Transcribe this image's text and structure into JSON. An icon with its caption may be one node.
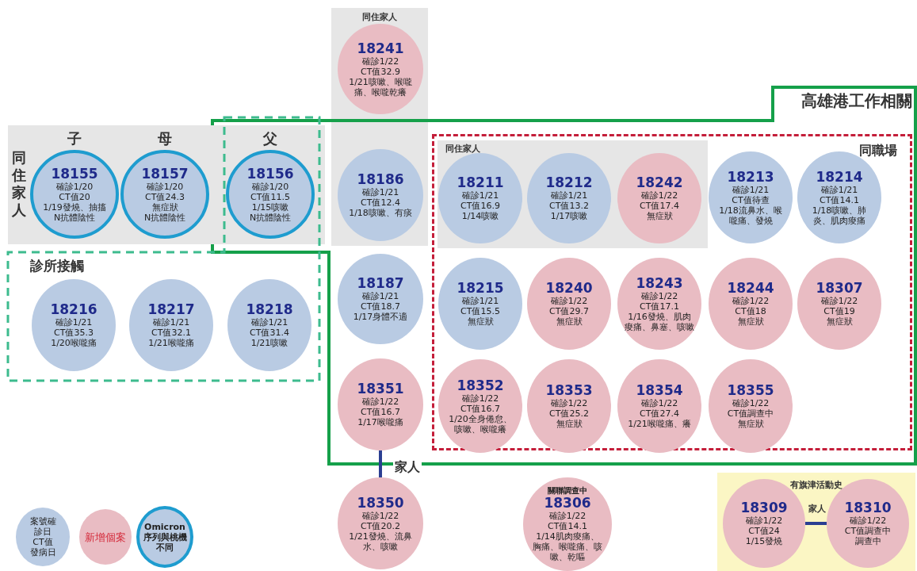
{
  "diagram": {
    "nodes": [
      {
        "text": [
          "同住家人"
        ]
      },
      {
        "text": [
          "18241",
          "確診1/22",
          "CT值32.9",
          "1/21咳嗽、喉嚨痛、喉嚨乾癢"
        ],
        "in": 0
      },
      {
        "text": [
          "高雄港工作相關"
        ]
      },
      {
        "text": [
          "同住家人"
        ]
      },
      {
        "text": [
          "18155",
          "確診1/20",
          "CT值20",
          "1/19發燒、抽搐",
          "N抗體陰性"
        ],
        "in": 3,
        "beside": [
          "子"
        ]
      },
      {
        "text": [
          "18157",
          "確診1/20",
          "CT值24.3",
          "無症狀",
          "N抗體陰性"
        ],
        "in": 3,
        "beside": [
          "母"
        ]
      },
      {
        "text": [
          "18156",
          "確診1/20",
          "CT值11.5",
          "1/15咳嗽",
          "N抗體陰性"
        ],
        "beside": [
          "父"
        ]
      },
      {
        "text": [
          "18186",
          "確診1/21",
          "CT值12.4",
          "1/18咳嗽、有痰"
        ]
      },
      {
        "text": [
          "同職場"
        ],
        "in": 2
      },
      {
        "text": [
          "同住家人"
        ],
        "in": 8
      },
      {
        "text": [
          "18211",
          "確診1/21",
          "CT值16.9",
          "1/14咳嗽"
        ],
        "in": 9
      },
      {
        "text": [
          "18212",
          "確診1/21",
          "CT值13.2",
          "1/17咳嗽"
        ],
        "in": 9
      },
      {
        "text": [
          "18242",
          "確診1/22",
          "CT值17.4",
          "無症狀"
        ],
        "in": 9
      },
      {
        "text": [
          "18213",
          "確診1/21",
          "CT值待查",
          "1/18流鼻水、喉嚨痛、發燒"
        ],
        "in": 8
      },
      {
        "text": [
          "18214",
          "確診1/21",
          "CT值14.1",
          "1/18咳嗽、肺炎、肌肉痠痛"
        ],
        "in": 8
      },
      {
        "text": [
          "診所接觸"
        ]
      },
      {
        "text": [
          "18216",
          "確診1/21",
          "CT值35.3",
          "1/20喉嚨痛"
        ],
        "in": 15
      },
      {
        "text": [
          "18217",
          "確診1/21",
          "CT值32.1",
          "1/21喉嚨痛"
        ],
        "in": 15
      },
      {
        "text": [
          "18218",
          "確診1/21",
          "CT值31.4",
          "1/21咳嗽"
        ],
        "in": 15
      },
      {
        "text": [
          "18187",
          "確診1/21",
          "CT值18.7",
          "1/17身體不適"
        ],
        "in": 2
      },
      {
        "text": [
          "18215",
          "確診1/21",
          "CT值15.5",
          "無症狀"
        ],
        "in": 8
      },
      {
        "text": [
          "18240",
          "確診1/22",
          "CT值29.7",
          "無症狀"
        ],
        "in": 8
      },
      {
        "text": [
          "18243",
          "確診1/22",
          "CT值17.1",
          "1/16發燒、肌肉痠痛、鼻塞、咳嗽"
        ],
        "in": 8
      },
      {
        "text": [
          "18244",
          "確診1/22",
          "CT值18",
          "無症狀"
        ],
        "in": 8
      },
      {
        "text": [
          "18307",
          "確診1/22",
          "CT值19",
          "無症狀"
        ],
        "in": 8
      },
      {
        "text": [
          "18351",
          "確診1/22",
          "CT值16.7",
          "1/17喉嚨痛"
        ],
        "in": 2
      },
      {
        "text": [
          "18352",
          "確診1/22",
          "CT值16.7",
          "1/20全身倦怠、咳嗽、喉嚨癢"
        ],
        "in": 8
      },
      {
        "text": [
          "18353",
          "確診1/22",
          "CT值25.2",
          "無症狀"
        ],
        "in": 8
      },
      {
        "text": [
          "18354",
          "確診1/22",
          "CT值27.4",
          "1/21喉嚨痛、癢"
        ],
        "in": 8
      },
      {
        "text": [
          "18355",
          "確診1/22",
          "CT值調查中",
          "無症狀"
        ],
        "in": 8
      },
      {
        "text": [
          "18350",
          "確診1/22",
          "CT值20.2",
          "1/21發燒、流鼻水、咳嗽"
        ]
      },
      {
        "text": [
          "關聯調查中",
          "18306",
          "確診1/22",
          "CT值14.1",
          "1/14肌肉痠痛、胸痛、喉嚨痛、咳嗽、乾嘔"
        ]
      },
      {
        "text": [
          "有旗津活動史"
        ]
      },
      {
        "text": [
          "18309",
          "確診1/22",
          "CT值24",
          "1/15發燒"
        ],
        "in": 32
      },
      {
        "text": [
          "18310",
          "確診1/22",
          "CT值調查中",
          "調查中"
        ],
        "in": 32
      }
    ],
    "edges": [
      {
        "from": 25,
        "to": 30,
        "arrow": "none",
        "label": "家人"
      },
      {
        "from": 33,
        "to": 34,
        "arrow": "none",
        "label": "家人"
      }
    ],
    "legend": [
      {
        "text": "案號確診日CT值發病日",
        "color": "#b9cbe3"
      },
      {
        "text": "新增個案",
        "color": "#e9bcc3"
      },
      {
        "text": "Omicron 序列與桃機不同"
      }
    ]
  }
}
